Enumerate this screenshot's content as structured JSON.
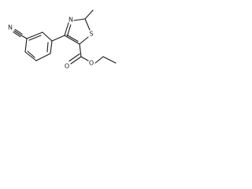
{
  "molecule": {
    "atoms": {
      "N_nitrile": "N",
      "N_ring": "N",
      "S_ring": "S",
      "O_carbonyl": "O",
      "O_ester": "O"
    },
    "colors": {
      "bond": "#1a1a1a",
      "label": "#1a1a1a",
      "background": "#ffffff"
    }
  }
}
